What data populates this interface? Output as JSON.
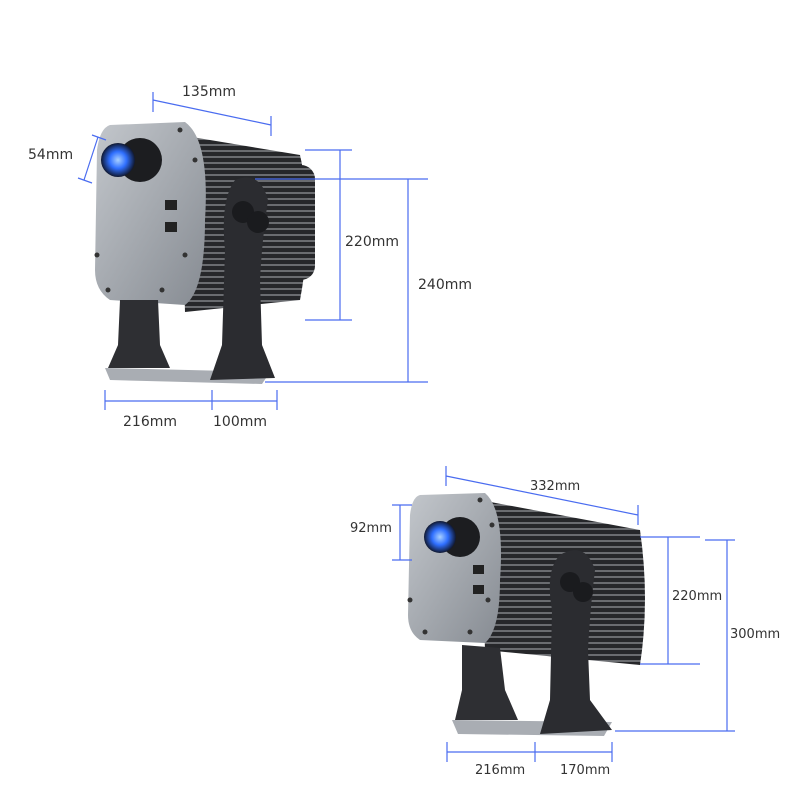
{
  "colors": {
    "dimension_line": "#4a6cf0",
    "plate": "#9ea3aa",
    "body": "#2b2c2f",
    "lens_glow": "#3a7bff"
  },
  "small_projector": {
    "dimensions": {
      "depth": "135mm",
      "lens": "54mm",
      "body_height": "220mm",
      "total_height": "240mm",
      "base_width": "216mm",
      "bracket_depth": "100mm"
    }
  },
  "large_projector": {
    "dimensions": {
      "depth": "332mm",
      "lens": "92mm",
      "body_height": "220mm",
      "total_height": "300mm",
      "base_width": "216mm",
      "bracket_depth": "170mm"
    }
  }
}
